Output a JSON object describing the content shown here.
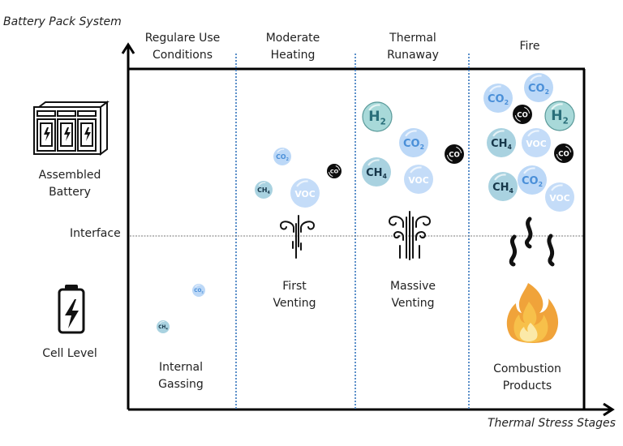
{
  "axes": {
    "y_label": "Battery Pack System",
    "x_label": "Thermal Stress Stages"
  },
  "levels": {
    "assembled": "Assembled\nBattery",
    "interface": "Interface",
    "cell": "Cell Level"
  },
  "stages": [
    {
      "title": "Regulare Use\nConditions",
      "caption": "Internal\nGassing"
    },
    {
      "title": "Moderate\nHeating",
      "caption": "First\nVenting"
    },
    {
      "title": "Thermal\nRunaway",
      "caption": "Massive\nVenting"
    },
    {
      "title": "Fire",
      "caption": "Combustion\nProducts"
    }
  ],
  "gases": {
    "co2": {
      "label": "CO",
      "sub": "2",
      "fill": "#bcd8f7",
      "text": "#4a8fd8"
    },
    "ch4": {
      "label": "CH",
      "sub": "4",
      "fill": "#a9d2e0",
      "text": "#17374a"
    },
    "voc": {
      "label": "VOC",
      "sub": "",
      "fill": "#c4dcf8",
      "text": "#ffffff"
    },
    "co": {
      "label": "CO",
      "sub": "",
      "fill": "#0d0d0d",
      "text": "#ffffff"
    },
    "h2": {
      "label": "H",
      "sub": "2",
      "fill": "#a8d9d9",
      "text": "#2a6f7a"
    }
  },
  "stage_gases": [
    [
      {
        "gas": "co2",
        "size": "s"
      },
      {
        "gas": "ch4",
        "size": "s"
      }
    ],
    [
      {
        "gas": "co2",
        "size": "m"
      },
      {
        "gas": "co",
        "size": "s"
      },
      {
        "gas": "ch4",
        "size": "m"
      },
      {
        "gas": "voc",
        "size": "l"
      }
    ],
    [
      {
        "gas": "h2",
        "size": "l"
      },
      {
        "gas": "co2",
        "size": "l"
      },
      {
        "gas": "co",
        "size": "m"
      },
      {
        "gas": "ch4",
        "size": "l"
      },
      {
        "gas": "voc",
        "size": "l"
      }
    ],
    [
      {
        "gas": "co2",
        "size": "l"
      },
      {
        "gas": "co2",
        "size": "l"
      },
      {
        "gas": "co",
        "size": "m"
      },
      {
        "gas": "h2",
        "size": "l"
      },
      {
        "gas": "ch4",
        "size": "l"
      },
      {
        "gas": "voc",
        "size": "l"
      },
      {
        "gas": "co",
        "size": "m"
      },
      {
        "gas": "ch4",
        "size": "l"
      },
      {
        "gas": "co2",
        "size": "l"
      },
      {
        "gas": "voc",
        "size": "l"
      }
    ]
  ],
  "colors": {
    "axis": "#000000",
    "stage_divider": "#5b8fc9",
    "interface_line": "#777777",
    "flame_outer": "#f0a33a",
    "flame_mid": "#f7c04a",
    "flame_inner": "#fbe9a8"
  }
}
